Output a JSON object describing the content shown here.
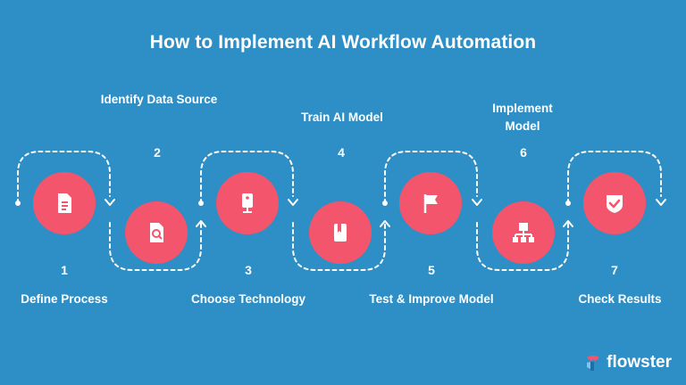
{
  "title": "How to Implement AI Workflow Automation",
  "steps": [
    {
      "number": "1",
      "label": "Define Process",
      "icon": "document-icon"
    },
    {
      "number": "2",
      "label": "Identify Data Source",
      "icon": "search-document-icon"
    },
    {
      "number": "3",
      "label": "Choose Technology",
      "icon": "device-icon"
    },
    {
      "number": "4",
      "label": "Train AI Model",
      "icon": "book-icon"
    },
    {
      "number": "5",
      "label": "Test & Improve Model",
      "icon": "flag-icon"
    },
    {
      "number": "6",
      "label": "Implement Model",
      "icon": "hierarchy-icon"
    },
    {
      "number": "7",
      "label": "Check Results",
      "icon": "check-badge-icon"
    }
  ],
  "brand": {
    "name": "flowster",
    "icon": "flowster-logo-icon"
  },
  "colors": {
    "background": "#2d8fc6",
    "node": "#f2556c",
    "connector": "#ffffff"
  }
}
